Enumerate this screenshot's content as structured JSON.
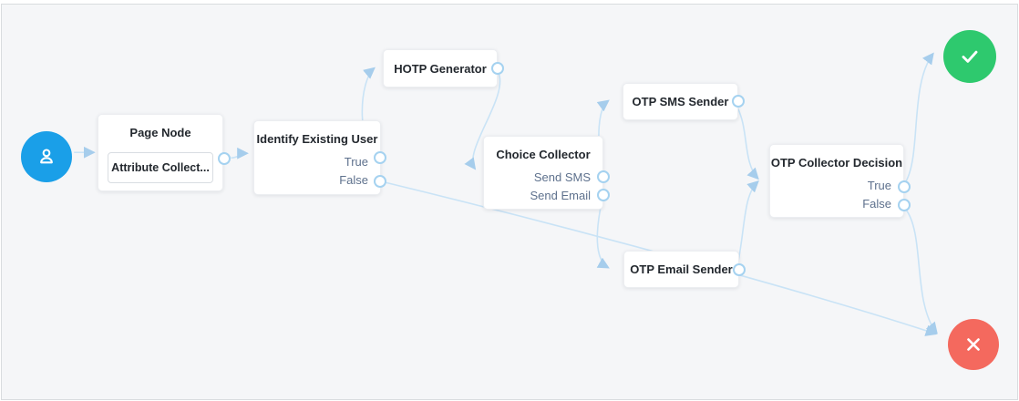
{
  "canvas": {
    "background": "#f5f6f8",
    "border_color": "#d9dcdf"
  },
  "colors": {
    "edge": "#c9e3f6",
    "arrowhead": "#a6cdec",
    "connector_border": "#a5d2f0",
    "start_blue": "#1a9fe8",
    "success_green": "#2ec96e",
    "failure_red": "#f4695e",
    "title_text": "#23282e",
    "outcome_text": "#5e718d"
  },
  "nodes": {
    "start": {
      "icon": "user-icon"
    },
    "page_node": {
      "title": "Page Node",
      "child_label": "Attribute Collect..."
    },
    "identify_existing_user": {
      "title": "Identify Existing User",
      "outcomes": [
        "True",
        "False"
      ]
    },
    "hotp_generator": {
      "title": "HOTP Generator"
    },
    "choice_collector": {
      "title": "Choice Collector",
      "outcomes": [
        "Send SMS",
        "Send Email"
      ]
    },
    "otp_sms_sender": {
      "title": "OTP SMS Sender"
    },
    "otp_email_sender": {
      "title": "OTP Email Sender"
    },
    "otp_collector_decision": {
      "title": "OTP Collector Decision",
      "outcomes": [
        "True",
        "False"
      ]
    },
    "success": {
      "icon": "check-icon"
    },
    "failure": {
      "icon": "x-icon"
    }
  },
  "edges": [
    {
      "from": "start",
      "to": "page_node"
    },
    {
      "from": "page_node",
      "to": "identify_existing_user"
    },
    {
      "from": "identify_existing_user",
      "outcome": "True",
      "to": "hotp_generator"
    },
    {
      "from": "identify_existing_user",
      "outcome": "False",
      "to": "failure"
    },
    {
      "from": "hotp_generator",
      "to": "choice_collector"
    },
    {
      "from": "choice_collector",
      "outcome": "Send SMS",
      "to": "otp_sms_sender"
    },
    {
      "from": "choice_collector",
      "outcome": "Send Email",
      "to": "otp_email_sender"
    },
    {
      "from": "otp_sms_sender",
      "to": "otp_collector_decision"
    },
    {
      "from": "otp_email_sender",
      "to": "otp_collector_decision"
    },
    {
      "from": "otp_collector_decision",
      "outcome": "True",
      "to": "success"
    },
    {
      "from": "otp_collector_decision",
      "outcome": "False",
      "to": "failure"
    }
  ]
}
